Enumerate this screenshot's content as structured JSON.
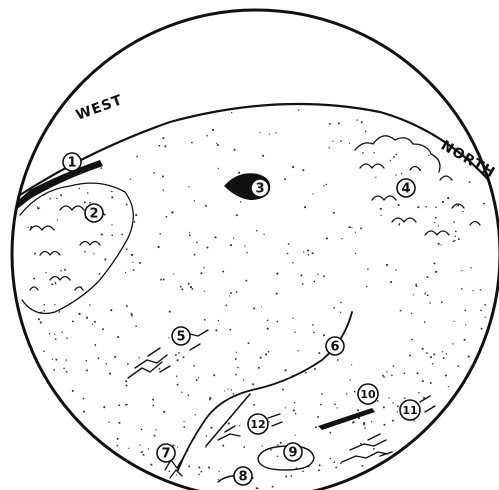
{
  "labels": {
    "west": "WEST",
    "north": "NORTH"
  },
  "markers": [
    {
      "id": "1",
      "label": "1"
    },
    {
      "id": "2",
      "label": "2"
    },
    {
      "id": "3",
      "label": "3"
    },
    {
      "id": "4",
      "label": "4"
    },
    {
      "id": "5",
      "label": "5"
    },
    {
      "id": "6",
      "label": "6"
    },
    {
      "id": "7",
      "label": "7"
    },
    {
      "id": "8",
      "label": "8"
    },
    {
      "id": "9",
      "label": "9"
    },
    {
      "id": "10",
      "label": "10"
    },
    {
      "id": "11",
      "label": "11"
    },
    {
      "id": "12",
      "label": "12"
    }
  ],
  "colors": {
    "ink": "#111111",
    "paper": "#ffffff"
  }
}
